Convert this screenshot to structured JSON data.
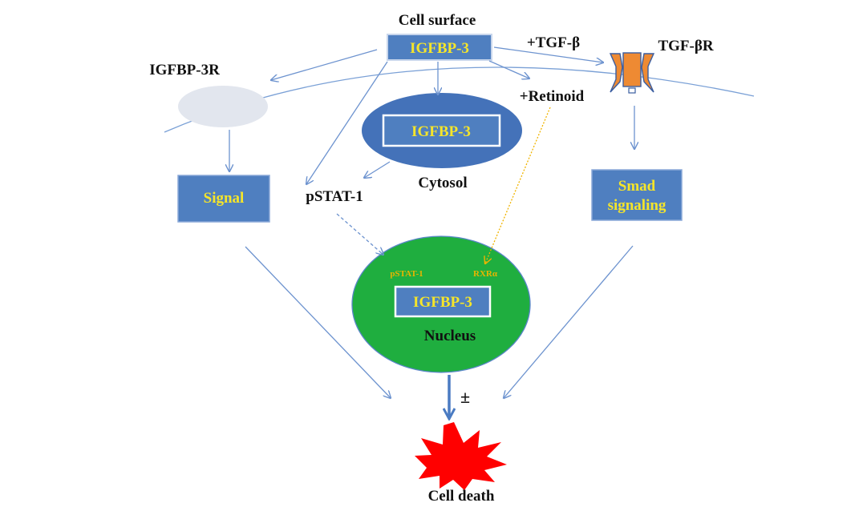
{
  "labels": {
    "cell_surface": "Cell surface",
    "igfbp3_surface": "IGFBP-3",
    "tgfb_plus": "+TGF-β",
    "tgfbr": "TGF-βR",
    "igfbp3r": "IGFBP-3R",
    "retinoid": "+Retinoid",
    "igfbp3_cytosol": "IGFBP-3",
    "cytosol": "Cytosol",
    "pstat1": "pSTAT-1",
    "signal": "Signal",
    "smad_line1": "Smad",
    "smad_line2": "signaling",
    "nucleus_pstat1": "pSTAT-1",
    "nucleus_rxr": "RXRα",
    "igfbp3_nucleus": "IGFBP-3",
    "nucleus": "Nucleus",
    "plus_minus": "±",
    "cell_death": "Cell death"
  },
  "colors": {
    "box_fill": "#4f7fc0",
    "box_text": "#f5e52a",
    "arrow": "#6d93cf",
    "nucleus_fill": "#1fae3f",
    "cytosol_fill": "#4472b9",
    "receptor_fill": "#e2e6ee",
    "tgfbr_fill": "#ee8a33",
    "retinoid_arrow": "#f0b400",
    "death_fill": "#ff0000"
  }
}
